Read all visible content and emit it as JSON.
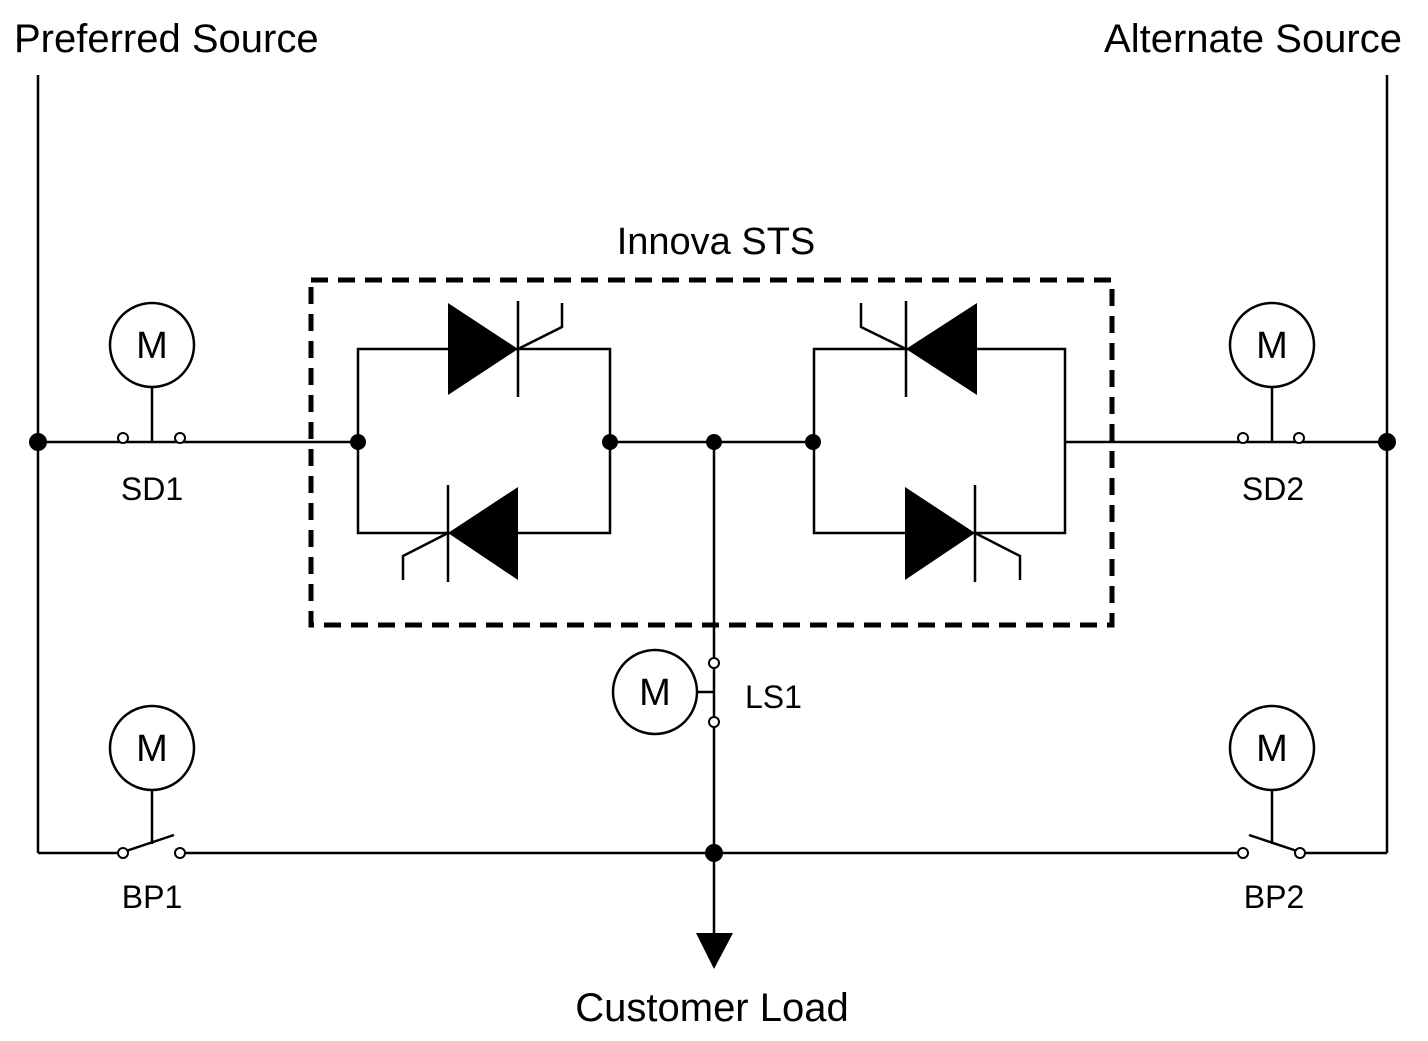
{
  "colors": {
    "line": "#000000",
    "background": "#ffffff"
  },
  "diagram": {
    "title": "Innova STS",
    "preferred_source_label": "Preferred Source",
    "alternate_source_label": "Alternate Source",
    "customer_load_label": "Customer Load",
    "motor_symbol": "M",
    "switches": {
      "sd1": {
        "label": "SD1",
        "state": "closed"
      },
      "sd2": {
        "label": "SD2",
        "state": "closed"
      },
      "ls1": {
        "label": "LS1",
        "state": "closed"
      },
      "bp1": {
        "label": "BP1",
        "state": "open"
      },
      "bp2": {
        "label": "BP2",
        "state": "open"
      }
    },
    "thyristor_pairs": [
      {
        "name": "preferred-side-scr-pair",
        "arrangement": "anti-parallel"
      },
      {
        "name": "alternate-side-scr-pair",
        "arrangement": "anti-parallel"
      }
    ]
  }
}
